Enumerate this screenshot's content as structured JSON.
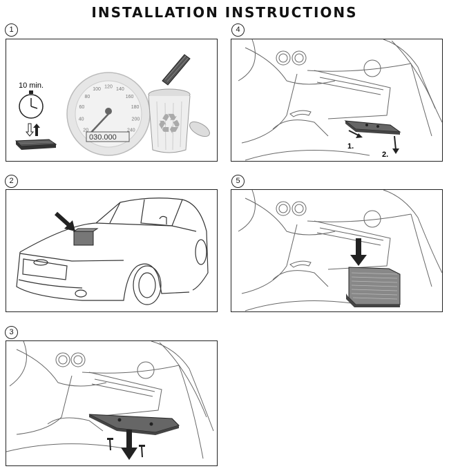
{
  "title": "INSTALLATION INSTRUCTIONS",
  "steps": [
    {
      "number": "1"
    },
    {
      "number": "2"
    },
    {
      "number": "3"
    },
    {
      "number": "4"
    },
    {
      "number": "5"
    }
  ],
  "step1": {
    "timer_label": "10 min.",
    "odometer": "030.000",
    "speed_ticks": [
      "20",
      "40",
      "60",
      "80",
      "100",
      "120",
      "140",
      "160",
      "180",
      "200",
      "240"
    ]
  },
  "step4": {
    "callout_1": "1.",
    "callout_2": "2."
  },
  "icons": [
    "stopwatch-icon",
    "filter-swap-icon",
    "speedometer-icon",
    "recycle-bin-icon",
    "car-icon",
    "arrow-icon"
  ]
}
